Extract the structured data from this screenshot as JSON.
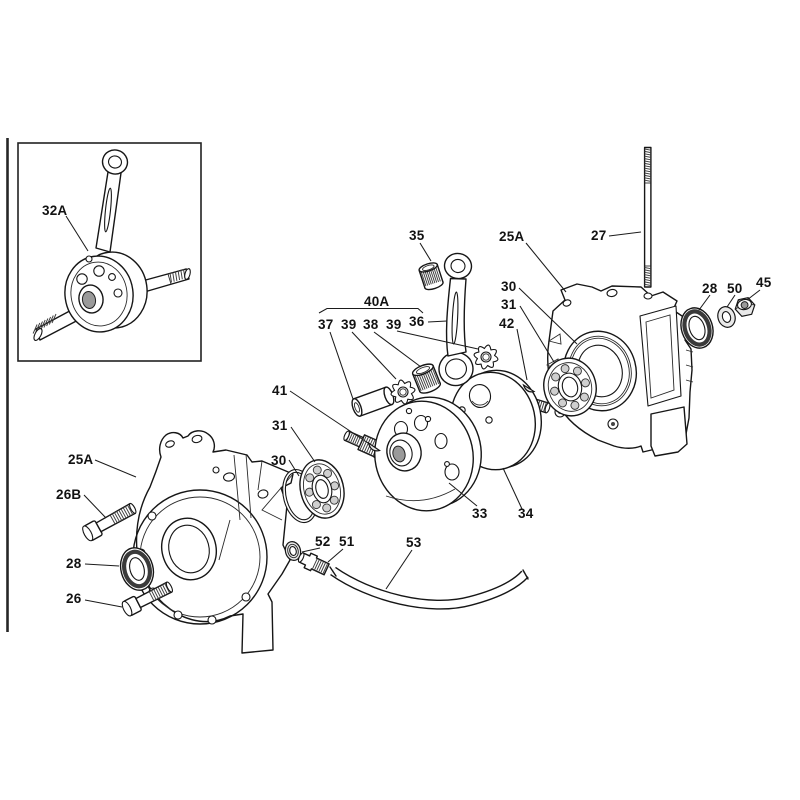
{
  "figure": {
    "kind": "exploded-parts-diagram",
    "subject": "engine crankcase halves, crankshaft, bearings and fasteners",
    "inset_part": "32A"
  },
  "colors": {
    "line": "#161616",
    "background": "#ffffff"
  },
  "callouts": [
    {
      "id": "32A",
      "text": "32A"
    },
    {
      "id": "35",
      "text": "35"
    },
    {
      "id": "25A-upper",
      "text": "25A"
    },
    {
      "id": "27",
      "text": "27"
    },
    {
      "id": "28-upper",
      "text": "28"
    },
    {
      "id": "50",
      "text": "50"
    },
    {
      "id": "45",
      "text": "45"
    },
    {
      "id": "40A",
      "text": "40A"
    },
    {
      "id": "37",
      "text": "37"
    },
    {
      "id": "39-left",
      "text": "39"
    },
    {
      "id": "38",
      "text": "38"
    },
    {
      "id": "39-right",
      "text": "39"
    },
    {
      "id": "36",
      "text": "36"
    },
    {
      "id": "30-right",
      "text": "30"
    },
    {
      "id": "31-right",
      "text": "31"
    },
    {
      "id": "42",
      "text": "42"
    },
    {
      "id": "41",
      "text": "41"
    },
    {
      "id": "31-left",
      "text": "31"
    },
    {
      "id": "30-left",
      "text": "30"
    },
    {
      "id": "25A-left",
      "text": "25A"
    },
    {
      "id": "26B",
      "text": "26B"
    },
    {
      "id": "28-left",
      "text": "28"
    },
    {
      "id": "26",
      "text": "26"
    },
    {
      "id": "52",
      "text": "52"
    },
    {
      "id": "51",
      "text": "51"
    },
    {
      "id": "53",
      "text": "53"
    },
    {
      "id": "33",
      "text": "33"
    },
    {
      "id": "34",
      "text": "34"
    }
  ]
}
